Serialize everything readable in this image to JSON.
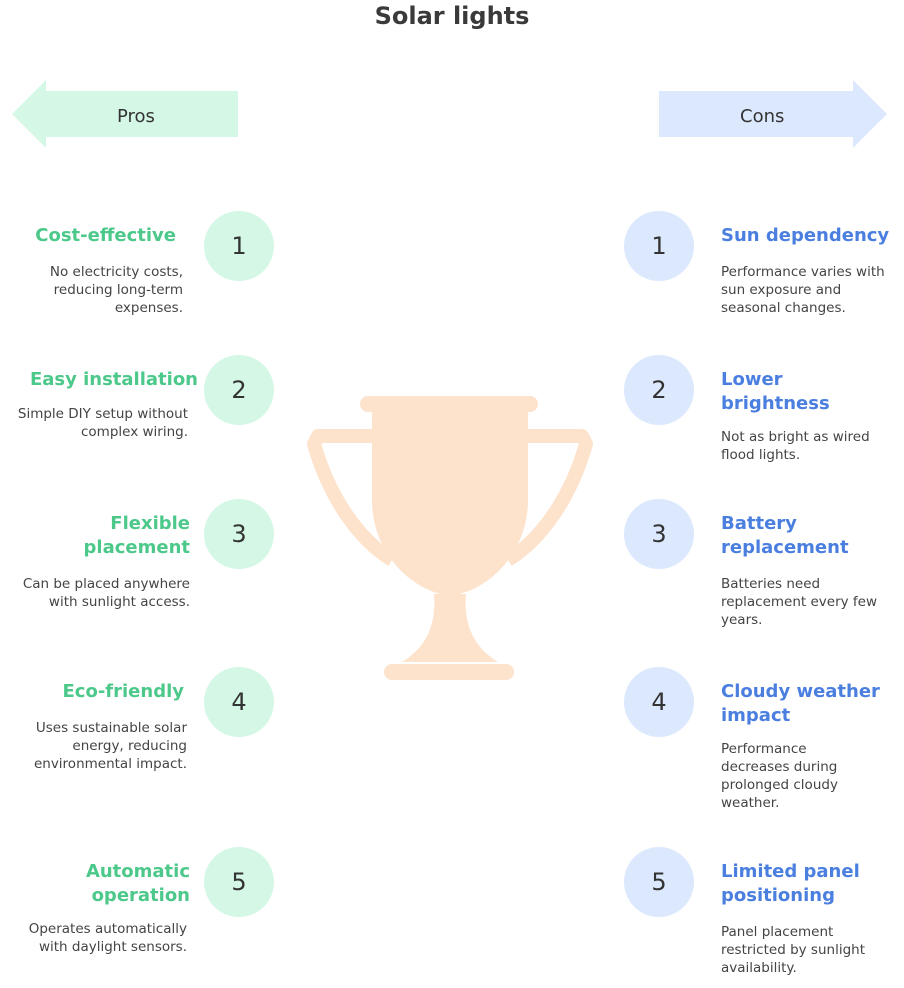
{
  "title": "Solar lights",
  "arrows": {
    "pros_label": "Pros",
    "cons_label": "Cons"
  },
  "colors": {
    "pros_accent": "#4cc98a",
    "pros_fill": "#d4f7e6",
    "cons_accent": "#4a7fe0",
    "cons_fill": "#dce8fd",
    "trophy": "#fde2cc"
  },
  "icons": {
    "center": "trophy-icon"
  },
  "pros": [
    {
      "num": "1",
      "heading": "Cost-effective",
      "desc": "No electricity costs, reducing long-term expenses."
    },
    {
      "num": "2",
      "heading": "Easy installation",
      "desc": "Simple DIY setup without complex wiring."
    },
    {
      "num": "3",
      "heading": "Flexible placement",
      "desc": "Can be placed anywhere with sunlight access."
    },
    {
      "num": "4",
      "heading": "Eco-friendly",
      "desc": "Uses sustainable solar energy, reducing environmental impact."
    },
    {
      "num": "5",
      "heading": "Automatic operation",
      "desc": "Operates automatically with daylight sensors."
    }
  ],
  "cons": [
    {
      "num": "1",
      "heading": "Sun dependency",
      "desc": "Performance varies with sun exposure and seasonal changes."
    },
    {
      "num": "2",
      "heading": "Lower brightness",
      "desc": "Not as bright as wired flood lights."
    },
    {
      "num": "3",
      "heading": "Battery replacement",
      "desc": "Batteries need replacement every few years."
    },
    {
      "num": "4",
      "heading": "Cloudy weather impact",
      "desc": "Performance decreases during prolonged cloudy weather."
    },
    {
      "num": "5",
      "heading": "Limited panel positioning",
      "desc": "Panel placement restricted by sunlight availability."
    }
  ]
}
